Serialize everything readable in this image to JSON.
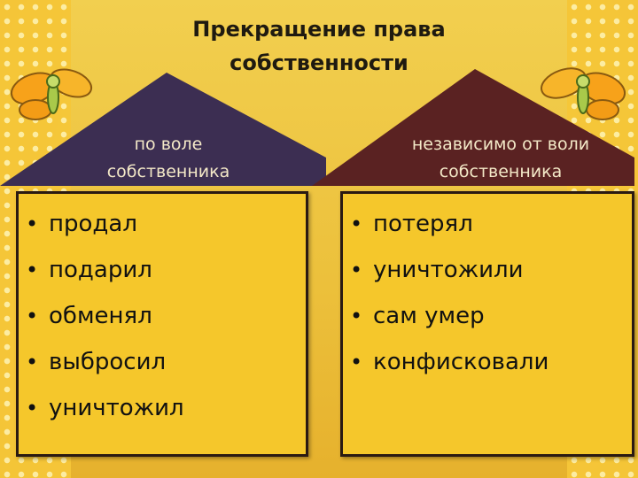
{
  "title": [
    "Прекращение права",
    "собственности"
  ],
  "left": {
    "heading": [
      "по воле",
      "собственника"
    ],
    "items": [
      "продал",
      "подарил",
      "обменял",
      "выбросил",
      "уничтожил"
    ]
  },
  "right": {
    "heading": [
      "независимо от воли",
      "собственника"
    ],
    "items": [
      "потерял",
      "уничтожили",
      "сам умер",
      "конфисковали"
    ]
  },
  "colors": {
    "left_roof": "#3c2e52",
    "right_roof": "#5a2222",
    "box_fill": "#f5c72b",
    "background": "#f0c53c"
  }
}
